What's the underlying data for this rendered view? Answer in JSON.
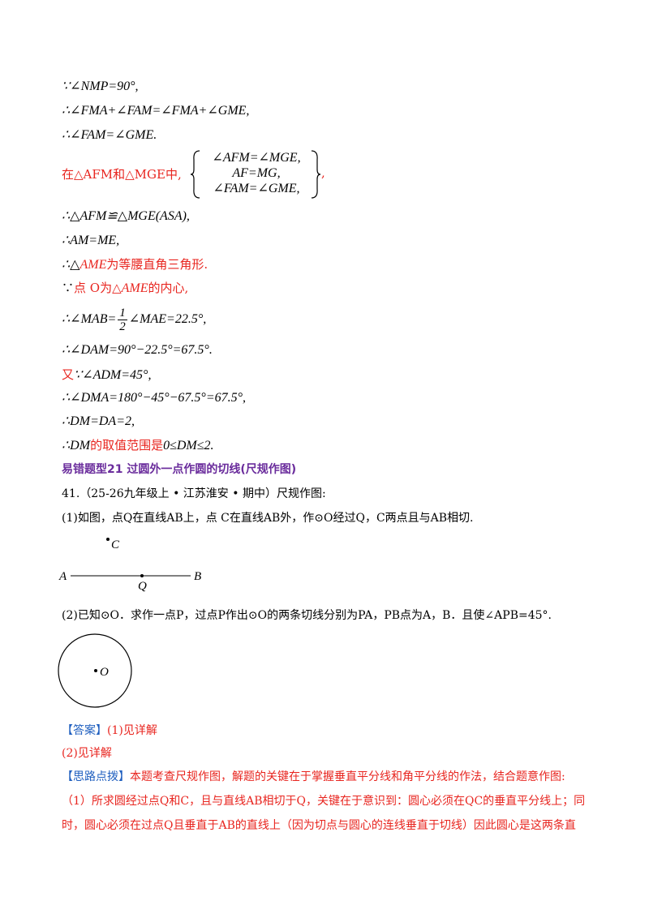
{
  "lines": {
    "l1": "∵∠NMP=90°,",
    "l2": "∴∠FMA+∠FAM=∠FMA+∠GME,",
    "l3": "∴∠FAM=∠GME.",
    "l4_pre": "在△AFM和△MGE中,",
    "l4_rows": [
      "∠AFM=∠MGE,",
      "AF=MG,",
      "∠FAM=∠GME,"
    ],
    "l4_post": ",",
    "l5": "∴△AFM≌△MGE(ASA),",
    "l6": "∴AM=ME,",
    "l7_a": "∴△",
    "l7_b": "AME",
    "l7_c": "为等腰直角三角形.",
    "l8_a": "∵",
    "l8_b": "点 O为△",
    "l8_c": "AME",
    "l8_d": "的内心,",
    "l9_a": "∴∠MAB=",
    "l9_num": "1",
    "l9_den": "2",
    "l9_b": "∠MAE=22.5°,",
    "l10": "∴∠DAM=90°−22.5°=67.5°.",
    "l11_a": "又",
    "l11_b": "∵∠ADM=45°,",
    "l12": "∴∠DMA=180°−45°−67.5°=67.5°,",
    "l13": "∴DM=DA=2,",
    "l14_a": "∴DM",
    "l14_b": "的取值范围是",
    "l14_c": "0≤DM≤2."
  },
  "section_title": "易错题型21 过圆外一点作圆的切线(尺规作图)",
  "problem": {
    "header": "41.（25-26九年级上 • 江苏淮安 • 期中）尺规作图:",
    "part1": "(1)如图，点Q在直线AB上，点 C在直线AB外，作⊙O经过Q，C两点且与AB相切.",
    "fig1_labels": {
      "A": "A",
      "B": "B",
      "Q": "Q",
      "C": "C"
    },
    "part2": "(2)已知⊙O．求作一点P，过点P作出⊙O的两条切线分别为PA，PB点为A，B．且使∠APB=45°.",
    "fig2_label": "O"
  },
  "answer": {
    "tag": "【答案】",
    "a1": "(1)见详解",
    "a2": "(2)见详解"
  },
  "hint": {
    "tag": "【思路点拨】",
    "text": "本题考查尺规作图，解题的关键在于掌握垂直平分线和角平分线的作法，结合题意作图:",
    "p1": "（1）所求圆经过点Q和C，且与直线AB相切于Q，关键在于意识到：圆心必须在QC的垂直平分线上；同",
    "p2": "时，圆心必须在过点Q且垂直于AB的直线上（因为切点与圆心的连线垂直于切线）因此圆心是这两条直"
  }
}
